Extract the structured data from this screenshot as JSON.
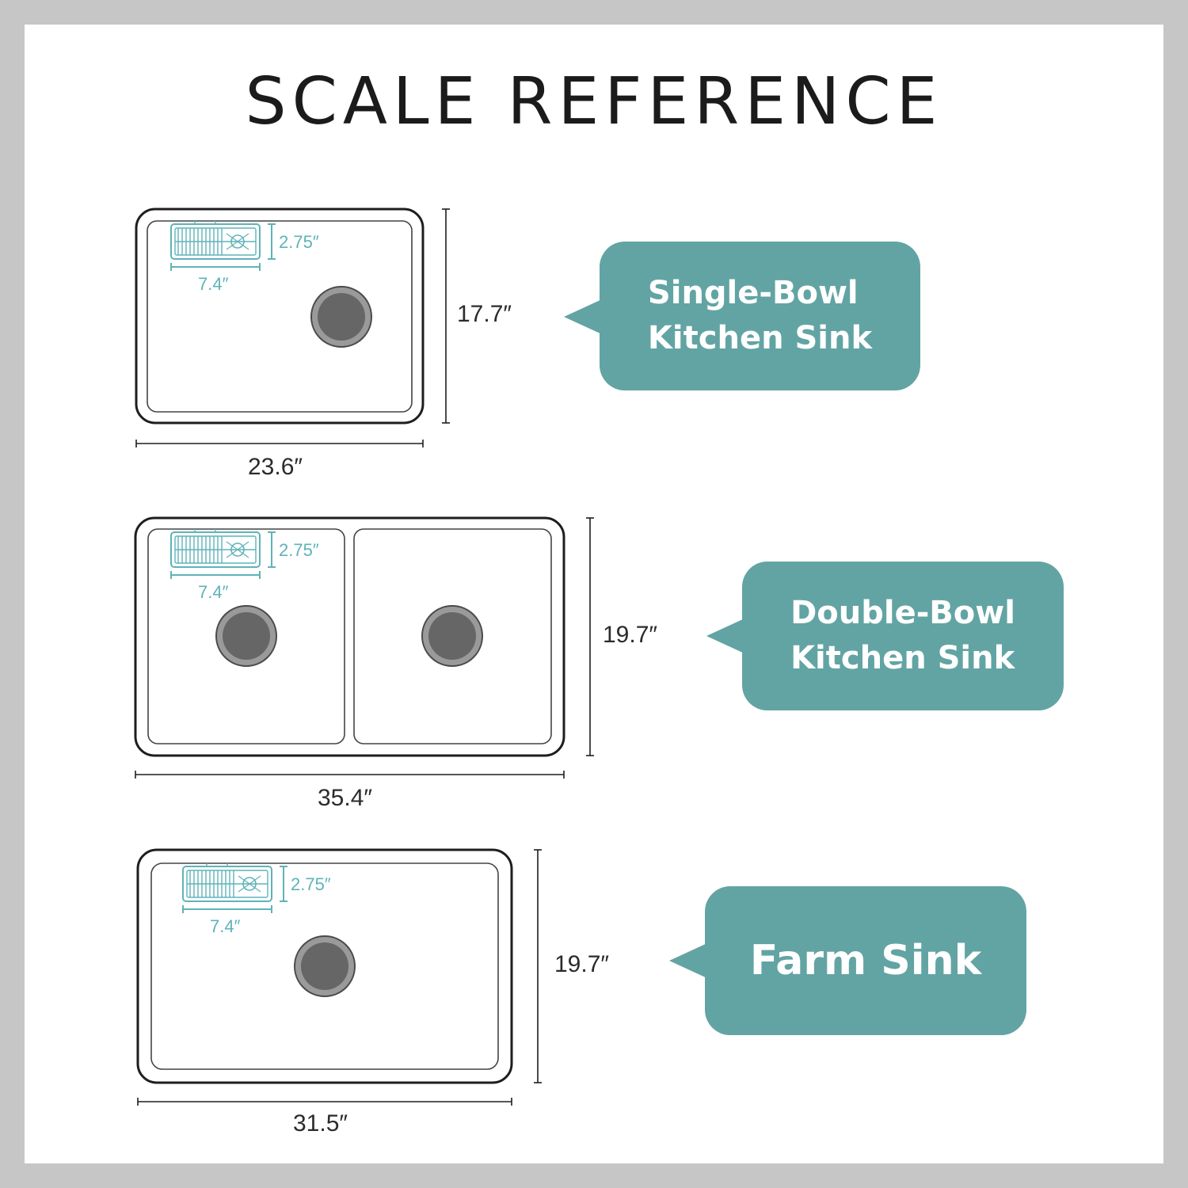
{
  "title": "SCALE REFERENCE",
  "colors": {
    "accent": "#62a4a3",
    "tray": "#5fb3b8",
    "drain": "#666666",
    "outline": "#1e1e1e"
  },
  "sinks": [
    {
      "label_lines": [
        "Single-Bowl",
        "Kitchen Sink"
      ],
      "width": "23.6″",
      "height": "17.7″",
      "tray_width": "7.4″",
      "tray_height": "2.75″"
    },
    {
      "label_lines": [
        "Double-Bowl",
        "Kitchen Sink"
      ],
      "width": "35.4″",
      "height": "19.7″",
      "tray_width": "7.4″",
      "tray_height": "2.75″"
    },
    {
      "label_lines": [
        "Farm Sink"
      ],
      "width": "31.5″",
      "height": "19.7″",
      "tray_width": "7.4″",
      "tray_height": "2.75″"
    }
  ]
}
